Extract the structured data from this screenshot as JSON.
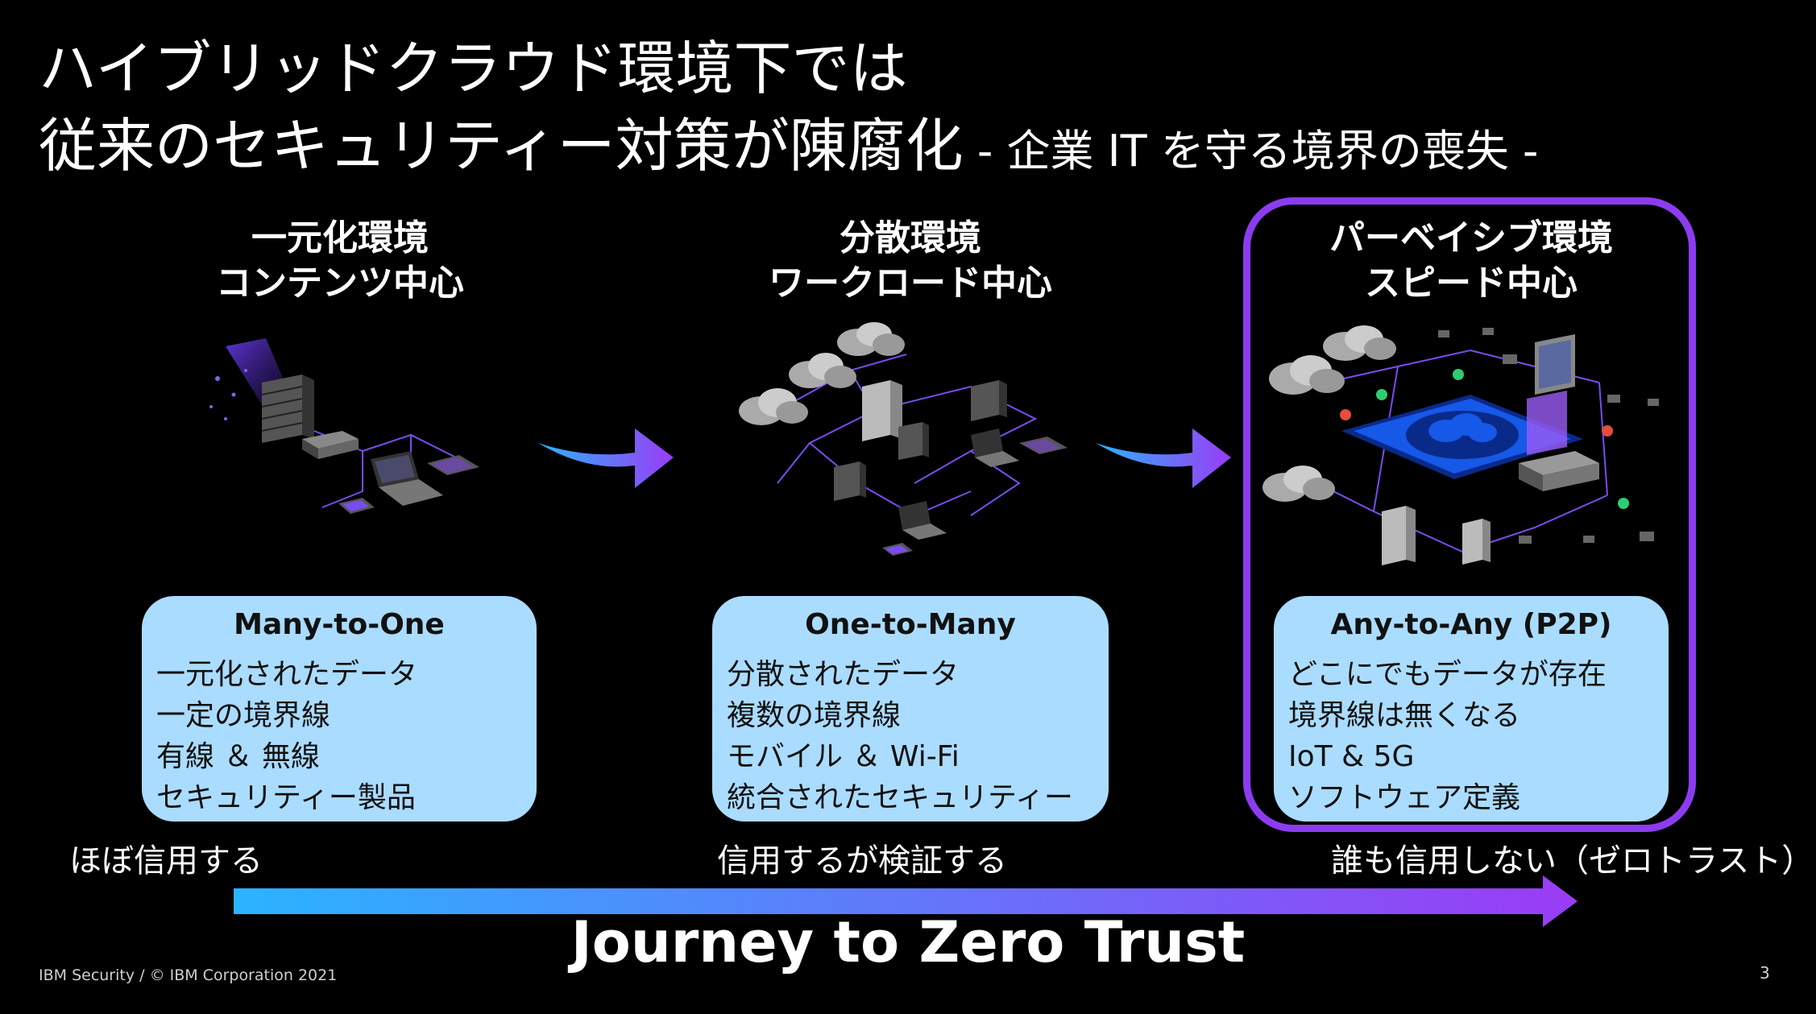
{
  "title": {
    "line1": "ハイブリッドクラウド環境下では",
    "line2_main": "従来のセキュリティー対策が陳腐化",
    "line2_sub": " - 企業 IT を守る境界の喪失 -"
  },
  "columns": [
    {
      "heading1": "一元化環境",
      "heading2": "コンテンツ中心",
      "box_title": "Many-to-One",
      "items": [
        "一元化されたデータ",
        "一定の境界線",
        "有線 ＆ 無線",
        "セキュリティー製品"
      ],
      "trust": "ほぼ信用する"
    },
    {
      "heading1": "分散環境",
      "heading2": "ワークロード中心",
      "box_title": "One-to-Many",
      "items": [
        "分散されたデータ",
        "複数の境界線",
        "モバイル ＆ Wi-Fi",
        "統合されたセキュリティー"
      ],
      "trust": "信用するが検証する"
    },
    {
      "heading1": "パーベイシブ環境",
      "heading2": "スピード中心",
      "box_title": "Any-to-Any (P2P)",
      "items": [
        "どこにでもデータが存在",
        "境界線は無くなる",
        "IoT & 5G",
        "ソフトウェア定義"
      ],
      "trust": "誰も信用しない（ゼロトラスト）"
    }
  ],
  "journey": "Journey to Zero Trust",
  "footer": "IBM Security / © IBM Corporation 2021",
  "page_number": "3",
  "colors": {
    "background": "#000000",
    "box_fill": "#aadcff",
    "frame": "#8c3cf0",
    "arrow_start": "#2ab4ff",
    "arrow_end": "#9a3cf5"
  }
}
